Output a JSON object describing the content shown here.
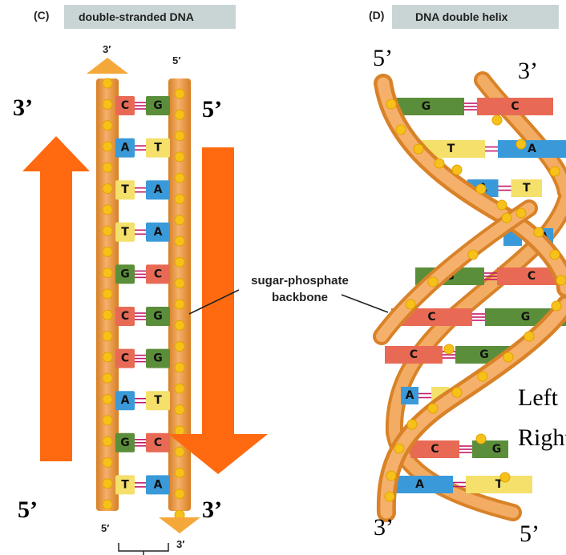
{
  "panel_c": {
    "tag": "(C)",
    "title": "double-stranded DNA",
    "left_strand_top": "3′",
    "right_strand_top": "5′",
    "left_strand_bottom": "5′",
    "right_strand_bottom": "3′",
    "left_arrow_top": "3’",
    "left_arrow_bottom": "5’",
    "right_arrow_top": "5’",
    "right_arrow_bottom": "3’",
    "base_pairs": [
      {
        "left": "C",
        "right": "G"
      },
      {
        "left": "A",
        "right": "T"
      },
      {
        "left": "T",
        "right": "A"
      },
      {
        "left": "T",
        "right": "A"
      },
      {
        "left": "G",
        "right": "C"
      },
      {
        "left": "C",
        "right": "G"
      },
      {
        "left": "C",
        "right": "G"
      },
      {
        "left": "A",
        "right": "T"
      },
      {
        "left": "G",
        "right": "C"
      },
      {
        "left": "T",
        "right": "A"
      }
    ],
    "callout": {
      "line1": "sugar-phosphate",
      "line2": "backbone"
    }
  },
  "panel_d": {
    "tag": "(D)",
    "title": "DNA double helix",
    "top_left": "5’",
    "top_right": "3’",
    "bottom_left": "3’",
    "bottom_right": "5’",
    "overlay_line1": "Left",
    "overlay_line2": "Right",
    "rungs": [
      {
        "left": "G",
        "right": "C"
      },
      {
        "left": "T",
        "right": "A"
      },
      {
        "left": "A",
        "right": "T"
      },
      {
        "left": "",
        "right": "A"
      },
      {
        "left": "G",
        "right": "C"
      },
      {
        "left": "C",
        "right": "G"
      },
      {
        "left": "C",
        "right": "G"
      },
      {
        "left": "A",
        "right": ""
      },
      {
        "left": "C",
        "right": "G"
      },
      {
        "left": "A",
        "right": "T"
      }
    ]
  },
  "colors": {
    "A": "#3a9ad9",
    "T": "#f4e06a",
    "G": "#5b8e3a",
    "C": "#e86a55",
    "backbone": "#f0a35a",
    "backbone_dark": "#d98227",
    "phosphate": "#f6c21a",
    "arrow": "#ff6a10",
    "header_bg": "#c9d5d4"
  }
}
